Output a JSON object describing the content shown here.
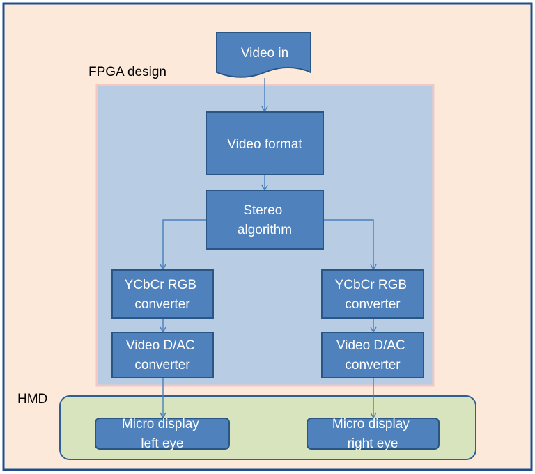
{
  "labels": {
    "fpga": "FPGA  design",
    "hmd": "HMD"
  },
  "nodes": {
    "video_in": [
      "Video in"
    ],
    "video_format": [
      "Video format"
    ],
    "stereo": [
      "Stereo",
      "algorithm"
    ],
    "ycbcr_left": [
      "YCbCr RGB",
      "converter"
    ],
    "ycbcr_right": [
      "YCbCr RGB",
      "converter"
    ],
    "dac_left": [
      "Video D/AC",
      "converter"
    ],
    "dac_right": [
      "Video D/AC",
      "converter"
    ],
    "micro_left": [
      "Micro display",
      "left eye"
    ],
    "micro_right": [
      "Micro display",
      "right eye"
    ]
  },
  "colors": {
    "page_fill": "#fde9d9",
    "page_border": "#1f4e8c",
    "fpga_fill": "#b8cce4",
    "fpga_border": "#f4c7c3",
    "hmd_fill": "#d7e4bd",
    "hmd_border": "#2e5f96",
    "box_fill": "#4f81bd",
    "box_border": "#2a5685",
    "arrow": "#4a7ebb"
  }
}
